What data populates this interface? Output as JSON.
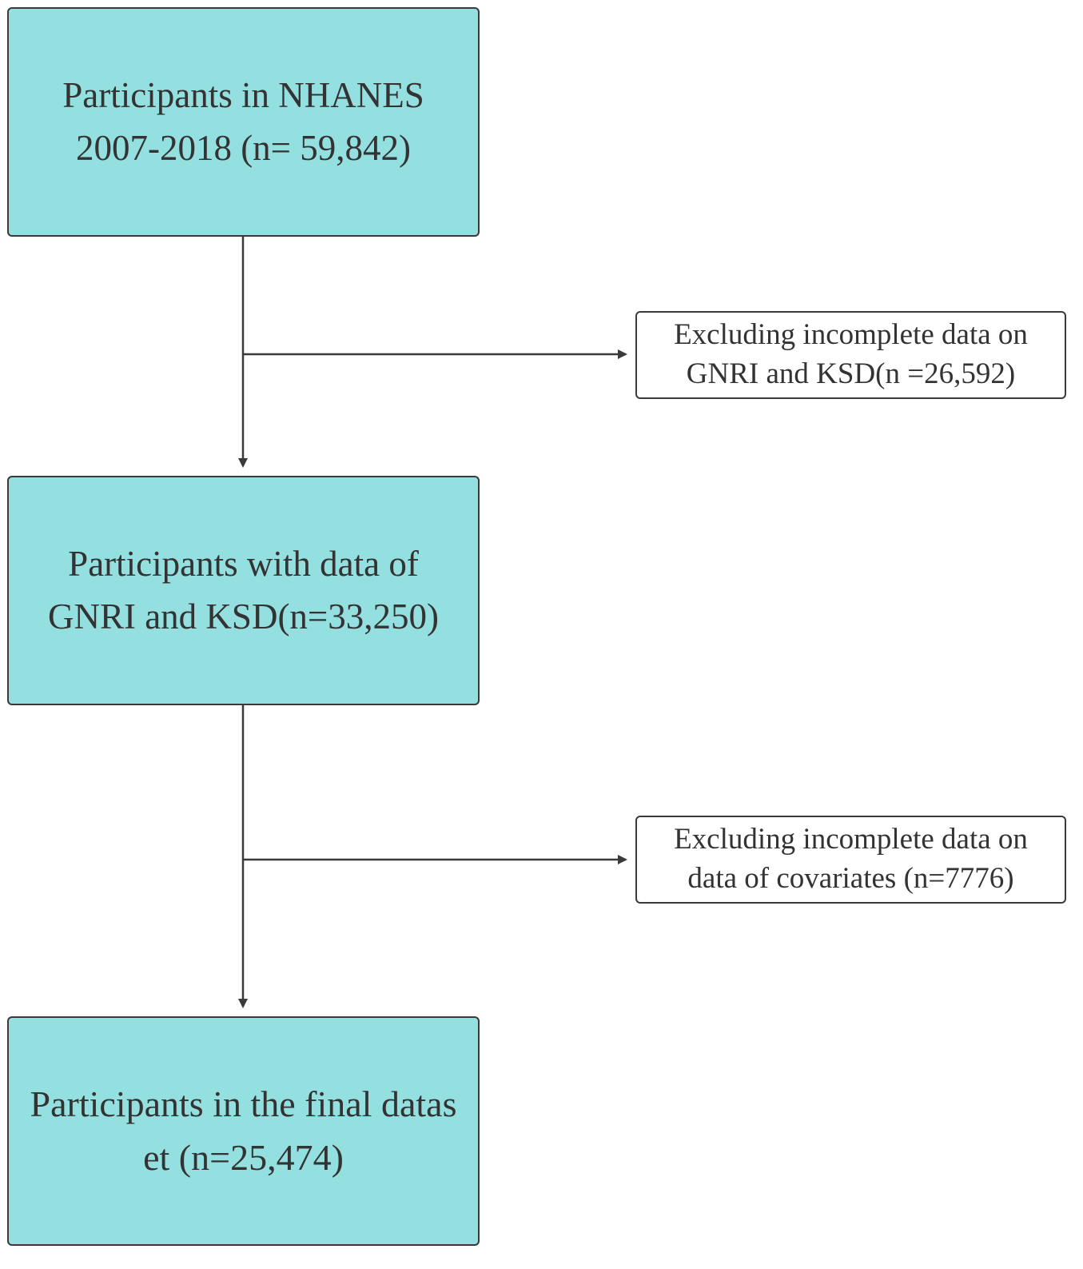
{
  "colors": {
    "main_box_fill": "#94dfdf",
    "side_box_fill": "#ffffff",
    "border": "#3a3a3a",
    "connector": "#3a3a3a",
    "text": "#333333"
  },
  "flowchart": {
    "boxes": [
      {
        "id": "box-1",
        "text": "Participants in NHANES\n2007-2018 (n= 59,842)"
      },
      {
        "id": "box-2",
        "text": "Participants with data of\nGNRI and KSD(n=33,250)"
      },
      {
        "id": "box-3",
        "text": "Participants in the final datas\net (n=25,474)"
      }
    ],
    "exclusions": [
      {
        "id": "exclude-1",
        "text": "Excluding incomplete data on\nGNRI and KSD(n =26,592)"
      },
      {
        "id": "exclude-2",
        "text": "Excluding incomplete data on\ndata of covariates (n=7776)"
      }
    ]
  }
}
